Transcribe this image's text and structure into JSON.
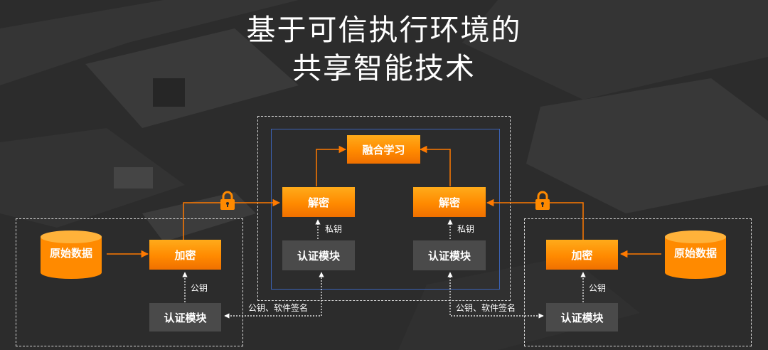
{
  "title": {
    "line1": "基于可信执行环境的",
    "line2": "共享智能技术"
  },
  "center": {
    "fusion": "融合学习",
    "decrypt_left": "解密",
    "decrypt_right": "解密",
    "private_key_left": "私钥",
    "private_key_right": "私钥",
    "auth_left": "认证模块",
    "auth_right": "认证模块"
  },
  "left": {
    "raw_data": "原始数据",
    "encrypt": "加密",
    "public_key": "公钥",
    "auth": "认证模块",
    "link_label": "公钥、软件签名"
  },
  "right": {
    "raw_data": "原始数据",
    "encrypt": "加密",
    "public_key": "公钥",
    "auth": "认证模块",
    "link_label": "公钥、软件签名"
  },
  "icons": {
    "lock": "lock-icon",
    "database": "database-icon"
  },
  "colors": {
    "orange": "#ff8a00",
    "blue_border": "#3b63b8",
    "arrow": "#ff7a00"
  }
}
